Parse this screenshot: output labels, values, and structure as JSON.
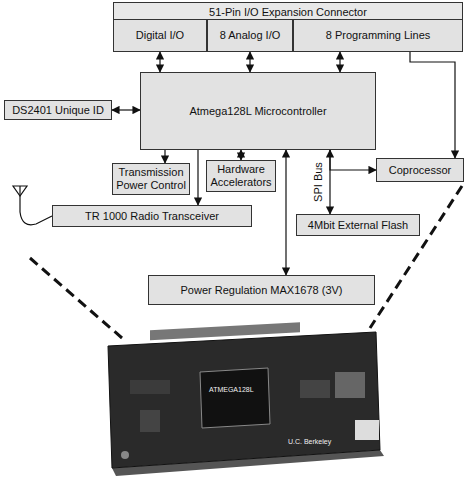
{
  "diagram": {
    "nodes": [
      {
        "text": [
          "51-Pin I/O Expansion Connector"
        ]
      },
      {
        "text": [
          "Digital I/O"
        ],
        "in": 0
      },
      {
        "text": [
          "8 Analog I/O"
        ],
        "in": 0
      },
      {
        "text": [
          "8 Programming Lines"
        ],
        "in": 0
      },
      {
        "text": [
          "DS2401 Unique ID"
        ]
      },
      {
        "text": [
          "Atmega128L Microcontroller"
        ]
      },
      {
        "text": [
          "Transmission Power Control"
        ]
      },
      {
        "text": [
          "Hardware Accelerators"
        ]
      },
      {
        "text": [
          "Coprocessor"
        ]
      },
      {
        "text": [
          "TR 1000 Radio Transceiver"
        ]
      },
      {
        "text": [
          "4Mbit External Flash"
        ]
      },
      {
        "text": [
          "Power Regulation MAX1678 (3V)"
        ]
      }
    ],
    "edges": [
      {
        "from": 1,
        "to": 5,
        "arrow": "both"
      },
      {
        "from": 2,
        "to": 5,
        "arrow": "both"
      },
      {
        "from": 3,
        "to": 5,
        "arrow": "both"
      },
      {
        "from": 3,
        "to": 8,
        "arrow": "to"
      },
      {
        "from": 4,
        "to": 5,
        "arrow": "both"
      },
      {
        "from": 5,
        "to": 6,
        "arrow": "to"
      },
      {
        "from": 5,
        "to": 7,
        "arrow": "both"
      },
      {
        "from": 5,
        "to": 9,
        "arrow": "to"
      },
      {
        "from": 5,
        "to": 10,
        "label": "SPI Bus",
        "arrow": "both"
      },
      {
        "from": 5,
        "to": 8,
        "arrow": "to"
      },
      {
        "from": 5,
        "to": 11,
        "arrow": "both"
      }
    ],
    "labels": [
      "ATMEGA128L",
      "U.C. Berkeley"
    ]
  }
}
